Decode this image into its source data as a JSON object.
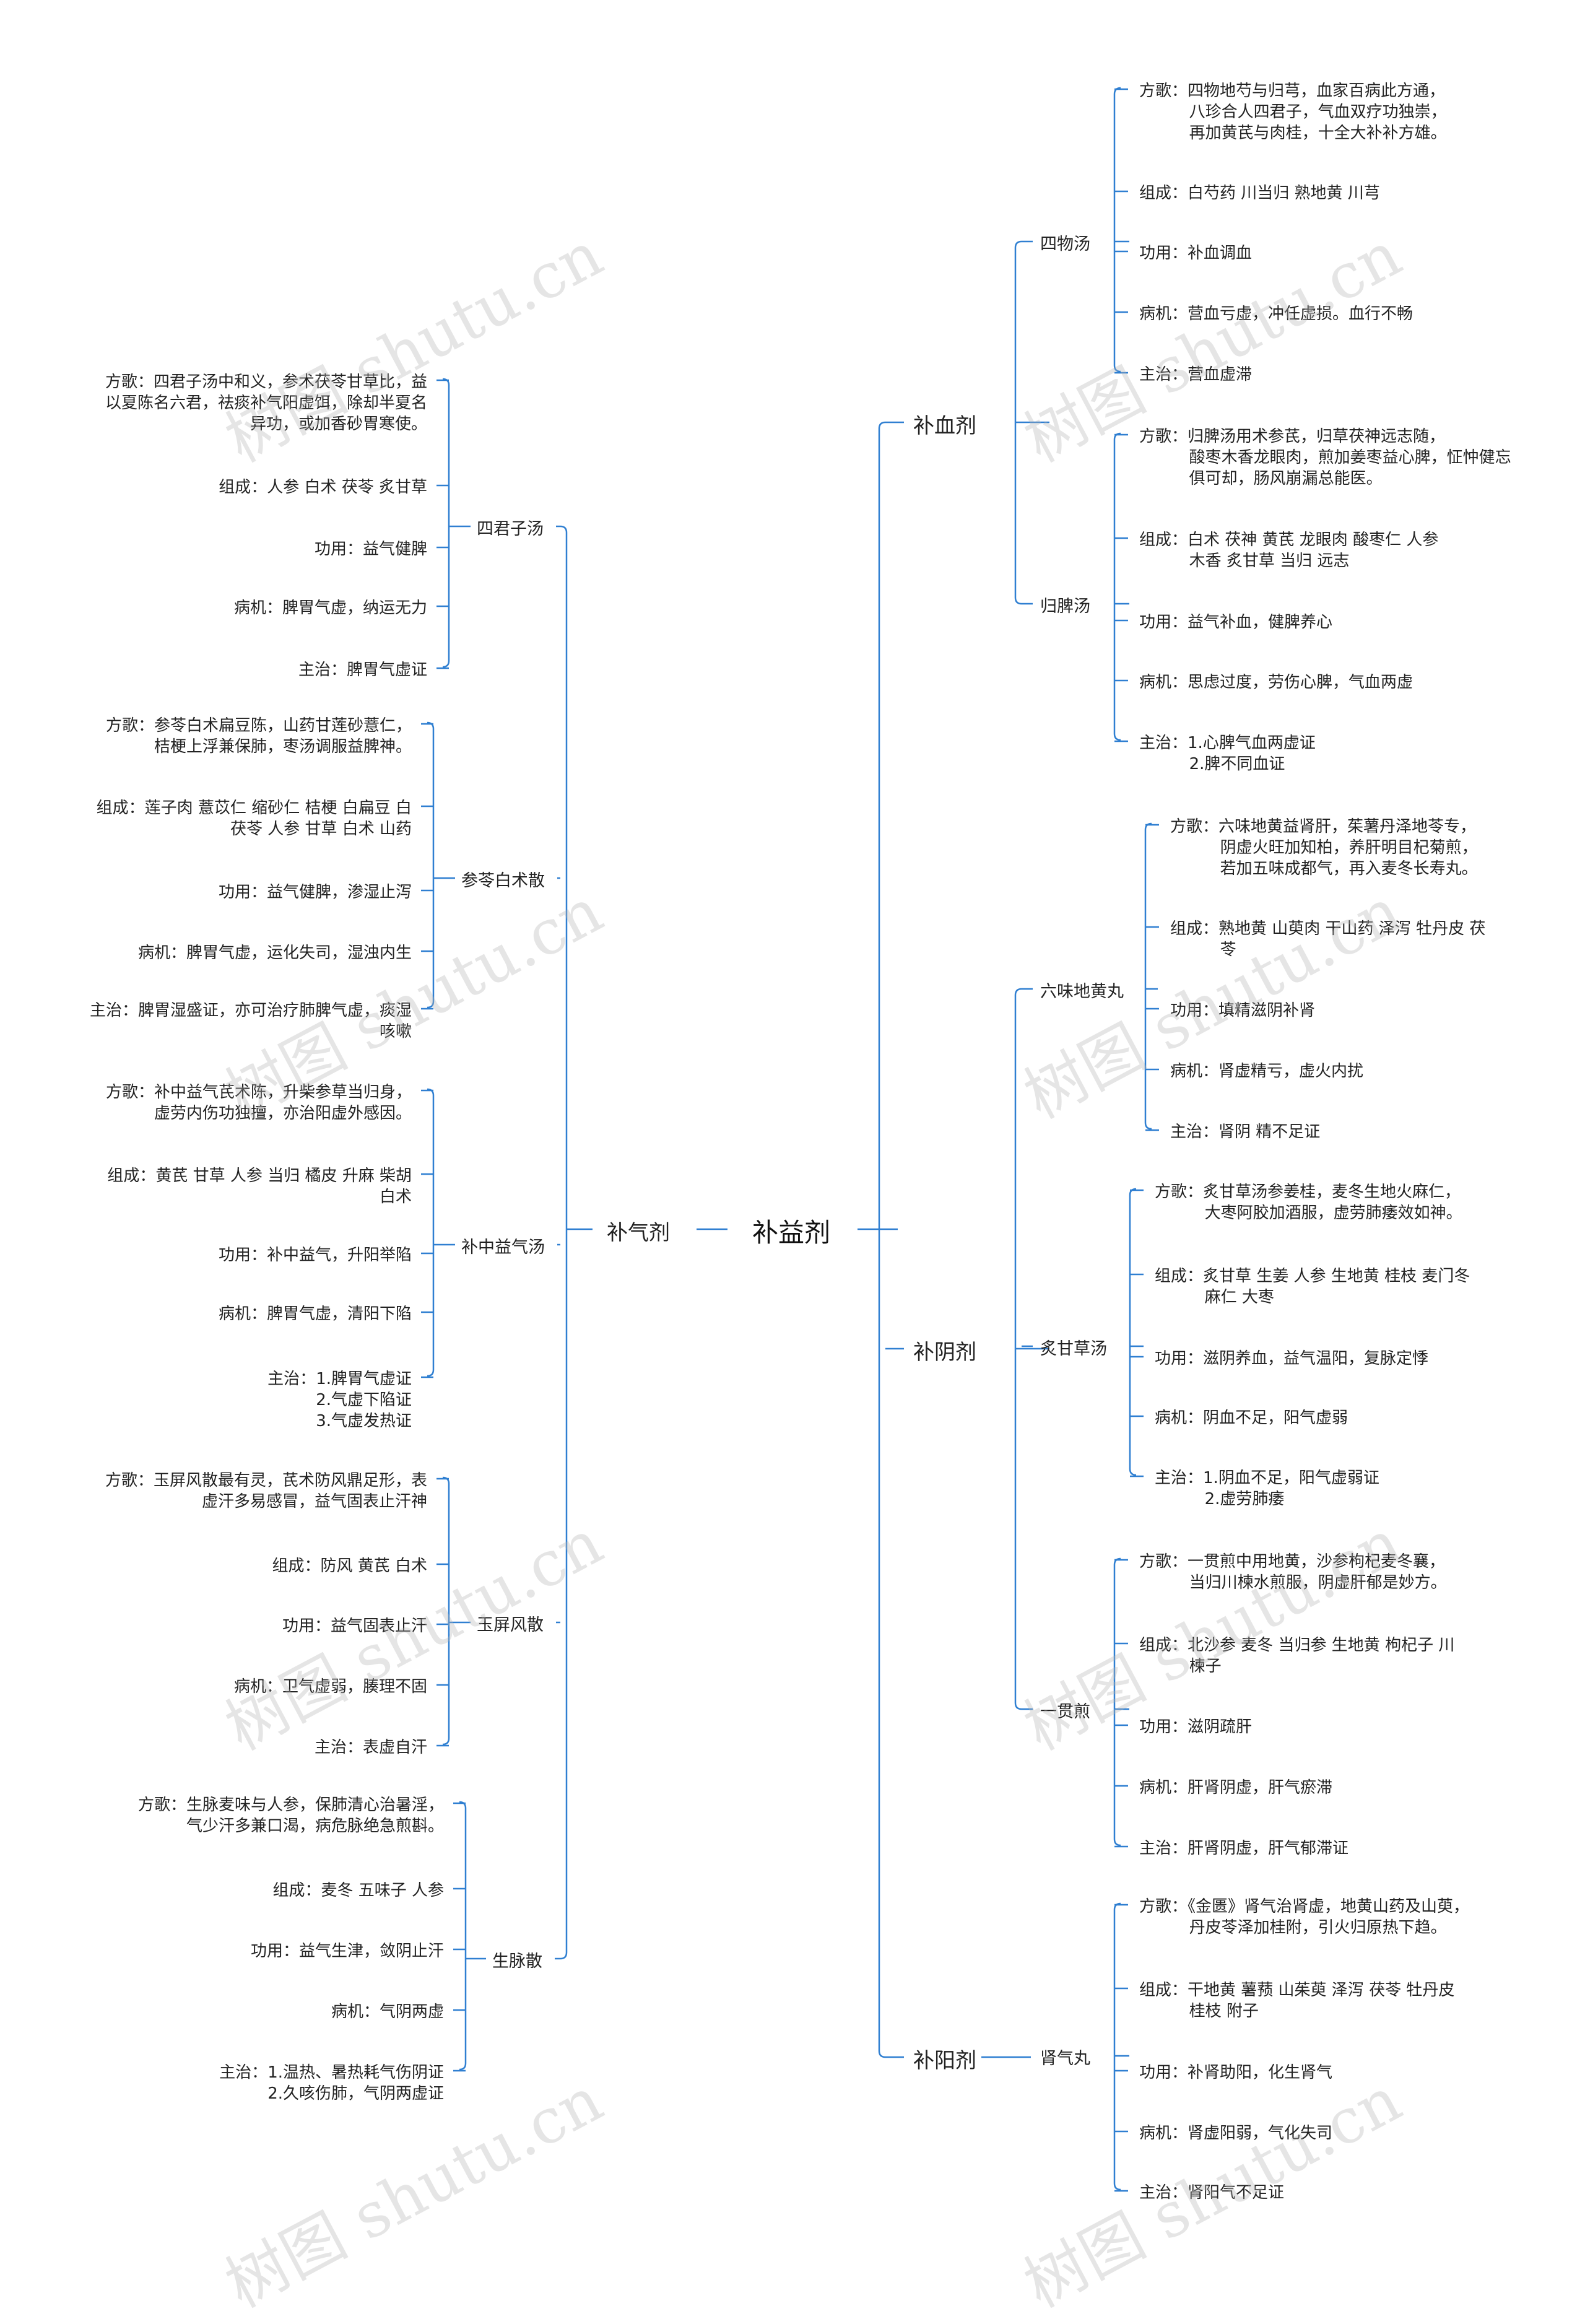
{
  "colors": {
    "line": "#2f7fd1",
    "text": "#222222",
    "watermark": "#bdbdbd"
  },
  "root": {
    "label": "补益剂"
  },
  "watermark": {
    "text": "树图 shutu.cn"
  },
  "left": [
    {
      "label": "补气剂",
      "formulas": [
        {
          "name": "四君子汤",
          "items": [
            {
              "label": "方歌：",
              "lines": [
                "四君子汤中和义，参术茯苓甘草比，益",
                "以夏陈名六君，祛痰补气阳虚饵，除却半夏名",
                "异功，或加香砂胃寒使。"
              ]
            },
            {
              "label": "组成：",
              "lines": [
                "人参 白术 茯苓 炙甘草"
              ]
            },
            {
              "label": "功用：",
              "lines": [
                "益气健脾"
              ]
            },
            {
              "label": "病机：",
              "lines": [
                "脾胃气虚，纳运无力"
              ]
            },
            {
              "label": "主治：",
              "lines": [
                "脾胃气虚证"
              ]
            }
          ]
        },
        {
          "name": "参苓白术散",
          "items": [
            {
              "label": "方歌：",
              "lines": [
                "参苓白术扁豆陈，山药甘莲砂薏仁，",
                "桔梗上浮兼保肺，枣汤调服益脾神。"
              ]
            },
            {
              "label": "组成：",
              "lines": [
                "莲子肉 薏苡仁 缩砂仁 桔梗 白扁豆 白",
                "茯苓 人参 甘草 白术 山药"
              ]
            },
            {
              "label": "功用：",
              "lines": [
                "益气健脾，渗湿止泻"
              ]
            },
            {
              "label": "病机：",
              "lines": [
                "脾胃气虚，运化失司，湿浊内生"
              ]
            },
            {
              "label": "主治：",
              "lines": [
                "脾胃湿盛证，亦可治疗肺脾气虚，痰湿",
                "咳嗽"
              ]
            }
          ]
        },
        {
          "name": "补中益气汤",
          "items": [
            {
              "label": "方歌：",
              "lines": [
                "补中益气芪术陈，升柴参草当归身，",
                "虚劳内伤功独擅，亦治阳虚外感因。"
              ]
            },
            {
              "label": "组成：",
              "lines": [
                "黄芪 甘草 人参 当归 橘皮 升麻 柴胡",
                "白术"
              ]
            },
            {
              "label": "功用：",
              "lines": [
                "补中益气，升阳举陷"
              ]
            },
            {
              "label": "病机：",
              "lines": [
                "脾胃气虚，清阳下陷"
              ]
            },
            {
              "label": "主治：",
              "lines": [
                "1.脾胃气虚证",
                "2.气虚下陷证",
                "3.气虚发热证"
              ]
            }
          ]
        },
        {
          "name": "玉屏风散",
          "items": [
            {
              "label": "方歌：",
              "lines": [
                "玉屏风散最有灵，芪术防风鼎足形，表",
                "虚汗多易感冒，益气固表止汗神"
              ]
            },
            {
              "label": "组成：",
              "lines": [
                "防风 黄芪 白术"
              ]
            },
            {
              "label": "功用：",
              "lines": [
                "益气固表止汗"
              ]
            },
            {
              "label": "病机：",
              "lines": [
                "卫气虚弱，腠理不固"
              ]
            },
            {
              "label": "主治：",
              "lines": [
                "表虚自汗"
              ]
            }
          ]
        },
        {
          "name": "生脉散",
          "items": [
            {
              "label": "方歌：",
              "lines": [
                "生脉麦味与人参，保肺清心治暑淫，",
                "气少汗多兼口渴，病危脉绝急煎斟。"
              ]
            },
            {
              "label": "组成：",
              "lines": [
                "麦冬 五味子 人参"
              ]
            },
            {
              "label": "功用：",
              "lines": [
                "益气生津，敛阴止汗"
              ]
            },
            {
              "label": "病机：",
              "lines": [
                "气阴两虚"
              ]
            },
            {
              "label": "主治：",
              "lines": [
                "1.温热、暑热耗气伤阴证",
                "2.久咳伤肺，气阴两虚证"
              ]
            }
          ]
        }
      ]
    }
  ],
  "right": [
    {
      "label": "补血剂",
      "formulas": [
        {
          "name": "四物汤",
          "items": [
            {
              "label": "方歌：",
              "lines": [
                "四物地芍与归芎，血家百病此方通，",
                "八珍合人四君子，气血双疗功独崇，",
                "再加黄芪与肉桂，十全大补补方雄。"
              ]
            },
            {
              "label": "组成：",
              "lines": [
                "白芍药 川当归 熟地黄 川芎"
              ]
            },
            {
              "label": "功用：",
              "lines": [
                "补血调血"
              ]
            },
            {
              "label": "病机：",
              "lines": [
                "营血亏虚，冲任虚损。血行不畅"
              ]
            },
            {
              "label": "主治：",
              "lines": [
                "营血虚滞"
              ]
            }
          ]
        },
        {
          "name": "归脾汤",
          "items": [
            {
              "label": "方歌：",
              "lines": [
                "归脾汤用术参芪，归草茯神远志随，",
                "酸枣木香龙眼肉，煎加姜枣益心脾，怔忡健忘",
                "俱可却，肠风崩漏总能医。"
              ]
            },
            {
              "label": "组成：",
              "lines": [
                "白术  茯神  黄芪  龙眼肉  酸枣仁 人参",
                "木香 炙甘草 当归 远志"
              ]
            },
            {
              "label": "功用：",
              "lines": [
                "益气补血，健脾养心"
              ]
            },
            {
              "label": "病机：",
              "lines": [
                "思虑过度，劳伤心脾，气血两虚"
              ]
            },
            {
              "label": "主治：",
              "lines": [
                "1.心脾气血两虚证",
                "2.脾不同血证"
              ]
            }
          ]
        }
      ]
    },
    {
      "label": "补阴剂",
      "formulas": [
        {
          "name": "六味地黄丸",
          "items": [
            {
              "label": "方歌：",
              "lines": [
                "六味地黄益肾肝，茱薯丹泽地苓专，",
                "阴虚火旺加知柏，养肝明目杞菊煎，",
                "若加五味成都气，再入麦冬长寿丸。"
              ]
            },
            {
              "label": "组成：",
              "lines": [
                "熟地黄 山萸肉 干山药 泽泻 牡丹皮 茯",
                "苓"
              ]
            },
            {
              "label": "功用：",
              "lines": [
                "填精滋阴补肾"
              ]
            },
            {
              "label": "病机：",
              "lines": [
                "肾虚精亏，虚火内扰"
              ]
            },
            {
              "label": "主治：",
              "lines": [
                "肾阴 精不足证"
              ]
            }
          ]
        },
        {
          "name": "炙甘草汤",
          "items": [
            {
              "label": "方歌：",
              "lines": [
                "炙甘草汤参姜桂，麦冬生地火麻仁，",
                "大枣阿胶加酒服，虚劳肺痿效如神。"
              ]
            },
            {
              "label": "组成：",
              "lines": [
                "炙甘草 生姜 人参 生地黄 桂枝 麦门冬",
                "麻仁 大枣"
              ]
            },
            {
              "label": "功用：",
              "lines": [
                "滋阴养血，益气温阳，复脉定悸"
              ]
            },
            {
              "label": "病机：",
              "lines": [
                "阴血不足，阳气虚弱"
              ]
            },
            {
              "label": "主治：",
              "lines": [
                "1.阴血不足，阳气虚弱证",
                "2.虚劳肺痿"
              ]
            }
          ]
        },
        {
          "name": "一贯煎",
          "items": [
            {
              "label": "方歌：",
              "lines": [
                "一贯煎中用地黄，沙参枸杞麦冬襄，",
                "当归川楝水煎服，阴虚肝郁是妙方。"
              ]
            },
            {
              "label": "组成：",
              "lines": [
                "北沙参 麦冬 当归参 生地黄 枸杞子 川",
                "楝子"
              ]
            },
            {
              "label": "功用：",
              "lines": [
                "滋阴疏肝"
              ]
            },
            {
              "label": "病机：",
              "lines": [
                "肝肾阴虚，肝气瘀滞"
              ]
            },
            {
              "label": "主治：",
              "lines": [
                "肝肾阴虚，肝气郁滞证"
              ]
            }
          ]
        }
      ]
    },
    {
      "label": "补阳剂",
      "formulas": [
        {
          "name": "肾气丸",
          "items": [
            {
              "label": "方歌：",
              "lines": [
                "《金匮》肾气治肾虚，地黄山药及山萸，",
                "丹皮苓泽加桂附，引火归原热下趋。"
              ]
            },
            {
              "label": "组成：",
              "lines": [
                "干地黄 薯蓣 山茱萸 泽泻 茯苓 牡丹皮",
                "桂枝 附子"
              ]
            },
            {
              "label": "功用：",
              "lines": [
                "补肾助阳，化生肾气"
              ]
            },
            {
              "label": "病机：",
              "lines": [
                "肾虚阳弱，气化失司"
              ]
            },
            {
              "label": "主治：",
              "lines": [
                "肾阳气不足证"
              ]
            }
          ]
        }
      ]
    }
  ]
}
